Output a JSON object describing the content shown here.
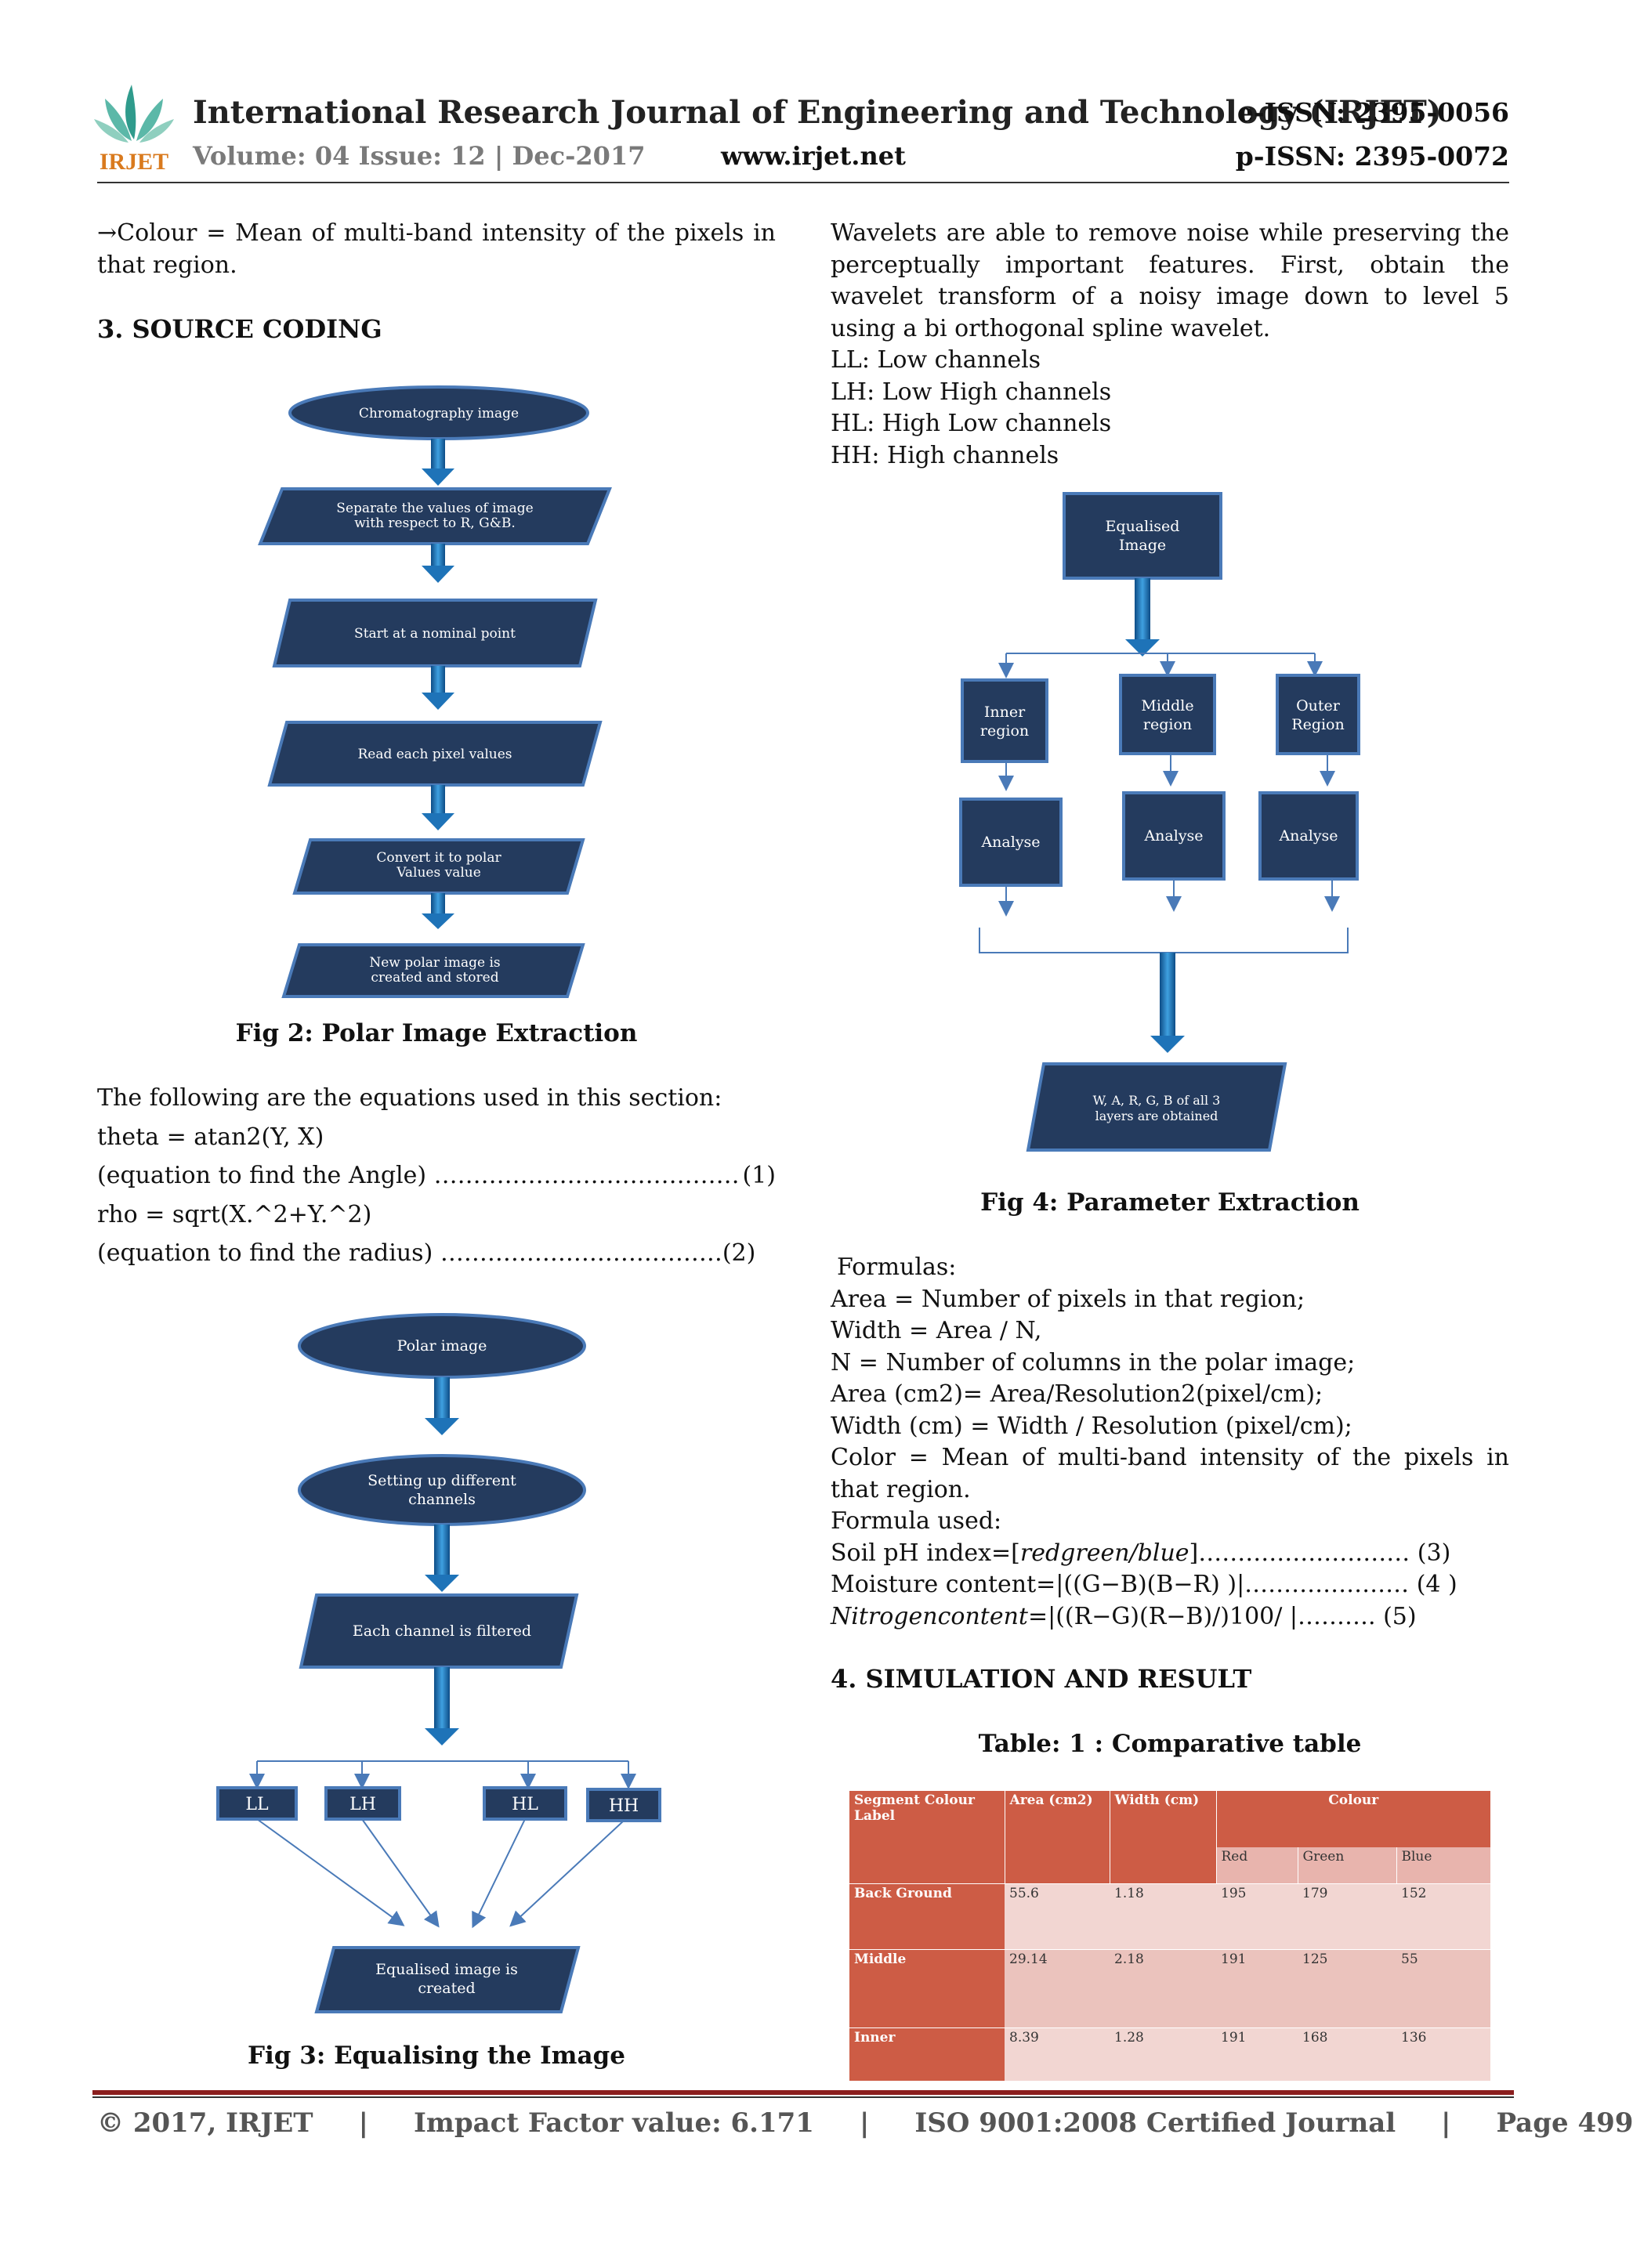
{
  "header": {
    "logo_text": "IRJET",
    "journal": "International Research Journal of Engineering and Technology (IRJET)",
    "eissn": "e-ISSN: 2395-0056",
    "volume": "Volume: 04 Issue: 12 | Dec-2017",
    "website": "www.irjet.net",
    "pissn": "p-ISSN: 2395-0072"
  },
  "left": {
    "intro": "→Colour = Mean of multi-band intensity of the pixels in that region.",
    "section3": "3. SOURCE CODING",
    "fig2": {
      "nodes": [
        "Chromatography image",
        "Separate the values of image",
        "with respect to R, G&B.",
        "Start at a nominal point",
        "Read each pixel values",
        "Convert it to polar",
        "Values value",
        "New polar image is",
        "created and stored"
      ],
      "caption": "Fig 2: Polar Image Extraction"
    },
    "eq_intro": "The following are the equations used in this section:",
    "eq1": "theta = atan2(Y, X)",
    "eq1_desc": "(equation to find the Angle) …………………………………",
    "eq1_num": "(1)",
    "eq2": "rho = sqrt(X.^2+Y.^2)",
    "eq2_desc": "(equation to find the radius) ………………………………",
    "eq2_num": "(2)",
    "fig3": {
      "nodes": [
        "Polar image",
        "Setting up different",
        "channels",
        "Each channel is filtered",
        "LL",
        "LH",
        "HL",
        "HH",
        "Equalised image is",
        "created"
      ],
      "caption": "Fig 3: Equalising the Image"
    }
  },
  "right": {
    "para": "Wavelets are able to remove noise while preserving the perceptually important features. First, obtain the wavelet transform of a noisy image down to level 5 using a bi orthogonal spline wavelet.",
    "ll": "LL: Low channels",
    "lh": "LH: Low High channels",
    "hl": "HL: High Low channels",
    "hh": "HH: High channels",
    "fig4": {
      "nodes": [
        "Equalised",
        "Image",
        "Inner",
        "region",
        "Middle",
        "region",
        "Outer",
        "Region",
        "Analyse",
        "Analyse",
        "Analyse",
        "W, A, R, G, B of all 3",
        "layers are obtained"
      ],
      "caption": "Fig 4: Parameter Extraction"
    },
    "formulas_title": "Formulas:",
    "f1": "Area = Number of pixels in that region;",
    "f2": "Width = Area / N,",
    "f3": "N = Number of columns in the polar image;",
    "f4": "Area (cm2)= Area/Resolution2(pixel/cm);",
    "f5": "Width (cm) = Width / Resolution (pixel/cm);",
    "f6": "Color = Mean of multi-band intensity of the pixels in that region.",
    "formula_used": "Formula used:",
    "ph_a": "Soil pH index=[",
    "ph_b": "redgreen/blue",
    "ph_c": "]……………………… (3)",
    "moist": "Moisture content=|((G−B)(B−R) )|………………… (4 )",
    "nitro_a": "Nitrogencontent",
    "nitro_b": "=|((R−G)(R−B)/)100/ |………. (5)",
    "section4": "4. SIMULATION AND RESULT",
    "table_title": "Table: 1 : Comparative table",
    "table": {
      "h_segment": "Segment Colour Label",
      "h_area": "Area (cm2)",
      "h_width": "Width (cm)",
      "h_colour": "Colour",
      "h_red": "Red",
      "h_green": "Green",
      "h_blue": "Blue",
      "rows": [
        {
          "label": "Back Ground",
          "area": "55.6",
          "width": "1.18",
          "red": "195",
          "green": "179",
          "blue": "152"
        },
        {
          "label": "Middle",
          "area": "29.14",
          "width": "2.18",
          "red": "191",
          "green": "125",
          "blue": "55"
        },
        {
          "label": "Inner",
          "area": "8.39",
          "width": "1.28",
          "red": "191",
          "green": "168",
          "blue": "136"
        }
      ]
    }
  },
  "footer": {
    "copyright": "© 2017, IRJET",
    "impact": "Impact Factor value: 6.171",
    "iso": "ISO 9001:2008 Certified Journal",
    "page": "Page 499",
    "sep": "|"
  },
  "colors": {
    "box_fill": "#243b5e",
    "box_stroke": "#4a7ab8",
    "arrow": "#1e73b8",
    "table_header": "#cd5c45",
    "table_cell": "#f2d6d2"
  }
}
